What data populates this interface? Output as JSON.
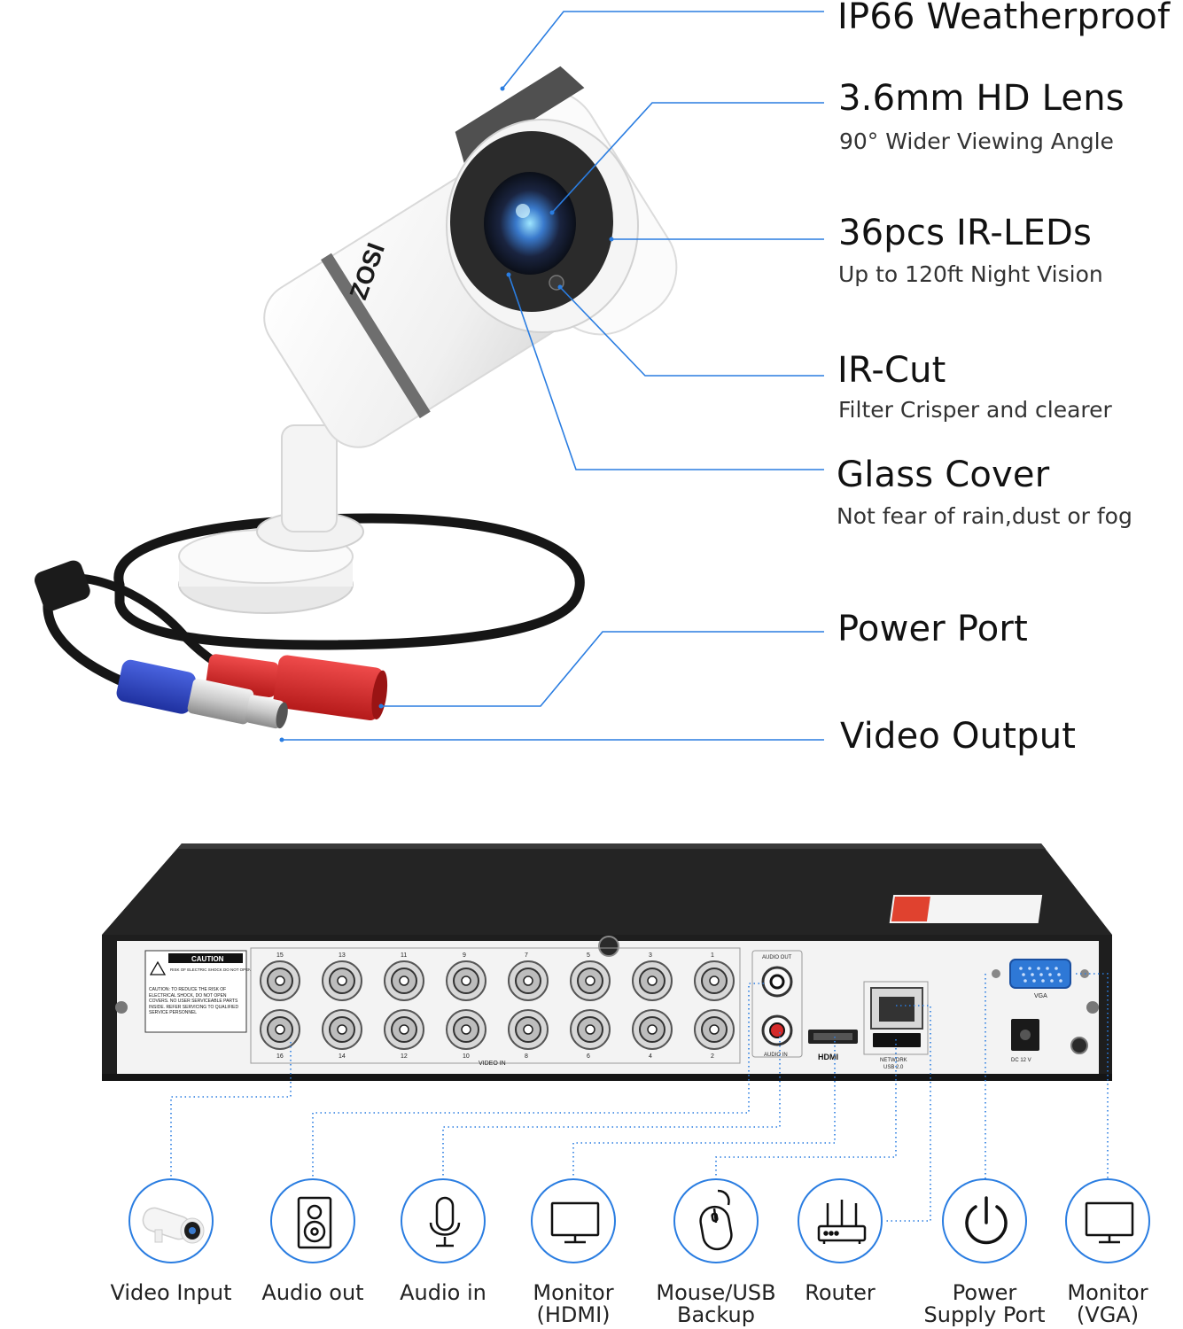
{
  "features": [
    {
      "title": "IP66 Weatherproof",
      "subtitle": ""
    },
    {
      "title": "3.6mm HD Lens",
      "subtitle": "90° Wider Viewing Angle"
    },
    {
      "title": "36pcs IR-LEDs",
      "subtitle": "Up to 120ft Night Vision"
    },
    {
      "title": "IR-Cut",
      "subtitle": "Filter Crisper and clearer"
    },
    {
      "title": "Glass Cover",
      "subtitle": "Not fear of rain,dust or fog"
    },
    {
      "title": "Power Port",
      "subtitle": ""
    },
    {
      "title": "Video Output",
      "subtitle": ""
    }
  ],
  "camera": {
    "brand": "ZOSI"
  },
  "dvr": {
    "caution_title": "CAUTION",
    "caution_sub": "RISK OF ELECTRIC SHOCK DO NOT OPEN",
    "caution_body": "CAUTION: TO REDUCE THE RISK OF ELECTRICAL SHOCK, DO NOT OPEN COVERS. NO USER SERVICEABLE PARTS INSIDE. REFER SERVICING TO QUALIFIED SERVICE PERSONNEL",
    "top_numbers": [
      "15",
      "13",
      "11",
      "9",
      "7",
      "5",
      "3",
      "1"
    ],
    "bottom_numbers": [
      "16",
      "14",
      "12",
      "10",
      "8",
      "6",
      "4",
      "2"
    ],
    "video_in": "VIDEO IN",
    "audio_out": "AUDIO OUT",
    "audio_in": "AUDIO IN",
    "hdmi": "HDMI",
    "network": "NETWORK",
    "usb": "USB 2.0",
    "vga": "VGA",
    "dc": "DC 12 V"
  },
  "connections": [
    {
      "label": "Video Input",
      "icon": "camera-icon"
    },
    {
      "label": "Audio out",
      "icon": "speaker-icon"
    },
    {
      "label": "Audio in",
      "icon": "microphone-icon"
    },
    {
      "label": "Monitor\n(HDMI)",
      "icon": "monitor-icon"
    },
    {
      "label": "Mouse/USB\nBackup",
      "icon": "mouse-icon"
    },
    {
      "label": "Router",
      "icon": "router-icon"
    },
    {
      "label": "Power\nSupply Port",
      "icon": "power-icon"
    },
    {
      "label": "Monitor\n(VGA)",
      "icon": "monitor-icon"
    }
  ],
  "colors": {
    "accent": "#2a7de1",
    "text": "#111111",
    "dvr_body": "#1e1e1e",
    "dvr_panel": "#f2f2f2",
    "cable_red": "#d42a2a",
    "cable_blue": "#2a46c8"
  }
}
